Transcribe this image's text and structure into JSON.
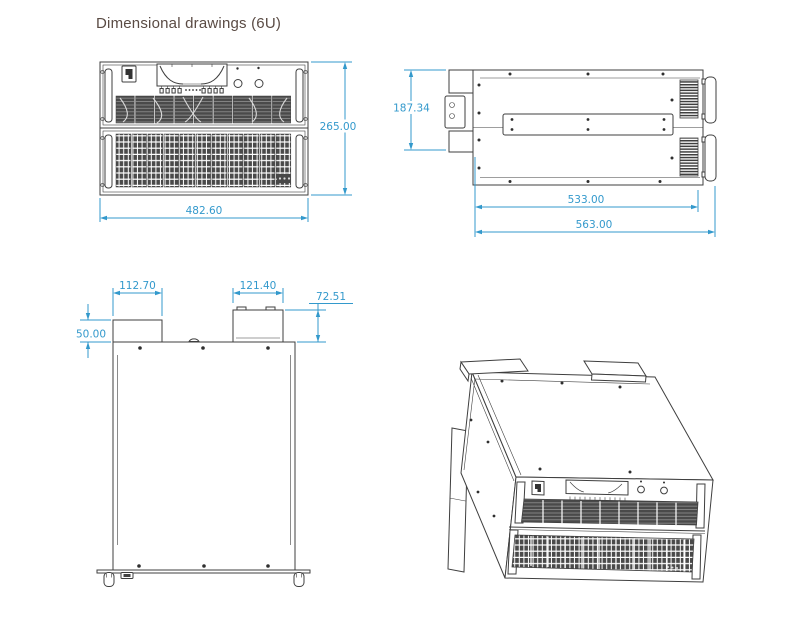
{
  "title": "Dimensional drawings (6U)",
  "colors": {
    "dimension_blue": "#3399cc",
    "line_dark": "#3f3f3f",
    "title_text": "#5a4b44"
  },
  "views": {
    "front": {
      "dimensions": {
        "height_mm": "265.00",
        "width_mm": "482.60"
      }
    },
    "side": {
      "dimensions": {
        "rear_section_height_mm": "187.34",
        "body_depth_mm": "533.00",
        "overall_depth_mm": "563.00"
      }
    },
    "top": {
      "dimensions": {
        "left_duct_width_mm": "112.70",
        "right_duct_width_mm": "121.40",
        "right_duct_depth_mm": "72.51",
        "left_duct_depth_mm": "50.00"
      }
    },
    "isometric": {}
  }
}
